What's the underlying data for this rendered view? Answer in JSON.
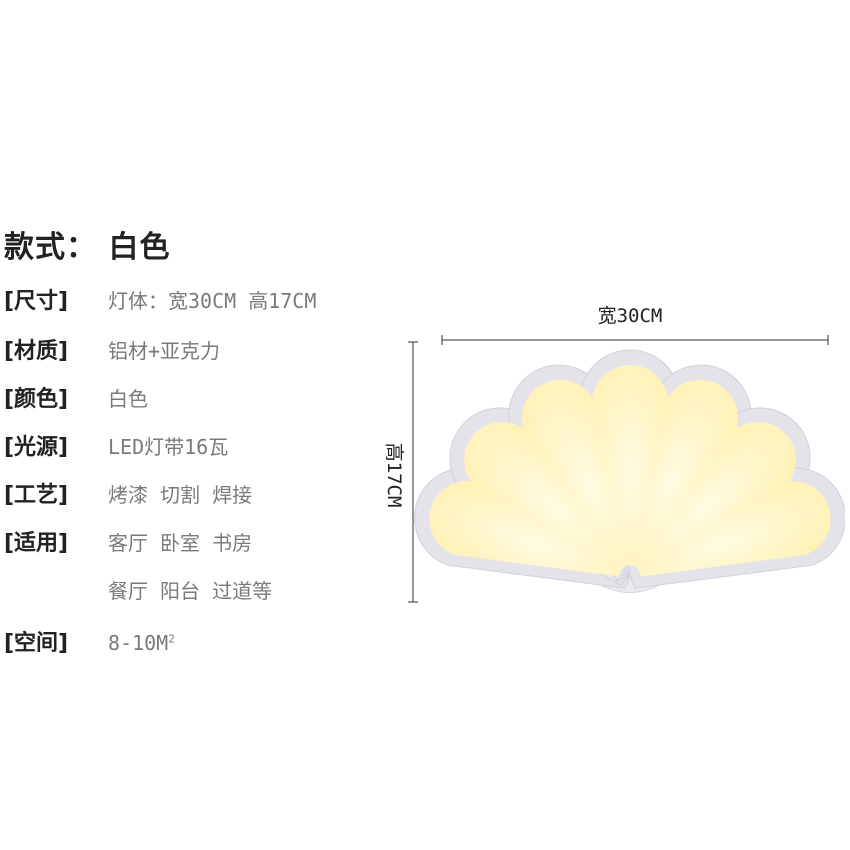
{
  "title": "款式： 白色",
  "specs": [
    {
      "label": "[尺寸]",
      "value": "灯体：宽30CM 高17CM"
    },
    {
      "label": "[材质]",
      "value": "铝材+亚克力"
    },
    {
      "label": "[颜色]",
      "value": "白色"
    },
    {
      "label": "[光源]",
      "value": "LED灯带16瓦"
    },
    {
      "label": "[工艺]",
      "value": "烤漆 切割 焊接"
    },
    {
      "label": "[适用]",
      "value": "客厅 卧室 书房"
    },
    {
      "label": "",
      "value": "餐厅 阳台 过道等"
    },
    {
      "label": "[空间]",
      "value": "8-10M",
      "sup": "2"
    }
  ],
  "dimensions": {
    "width_label": "宽30CM",
    "height_label": "高17CM"
  },
  "colors": {
    "panel_glow": "#fff6c6",
    "frame": "#e4e3ea",
    "text": "#222222",
    "value_text": "#7a7a7a"
  }
}
